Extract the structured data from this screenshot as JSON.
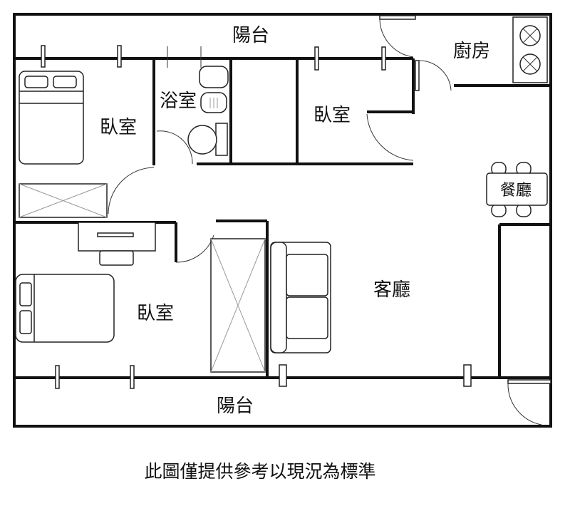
{
  "rooms": {
    "balcony_top": "陽台",
    "kitchen": "廚房",
    "bathroom": "浴室",
    "bedroom_top_left": "臥室",
    "bedroom_top_middle": "臥室",
    "dining": "餐廳",
    "living": "客廳",
    "bedroom_bottom_left": "臥室",
    "balcony_bottom": "陽台"
  },
  "disclaimer": "此圖僅提供參考以現況為標準"
}
